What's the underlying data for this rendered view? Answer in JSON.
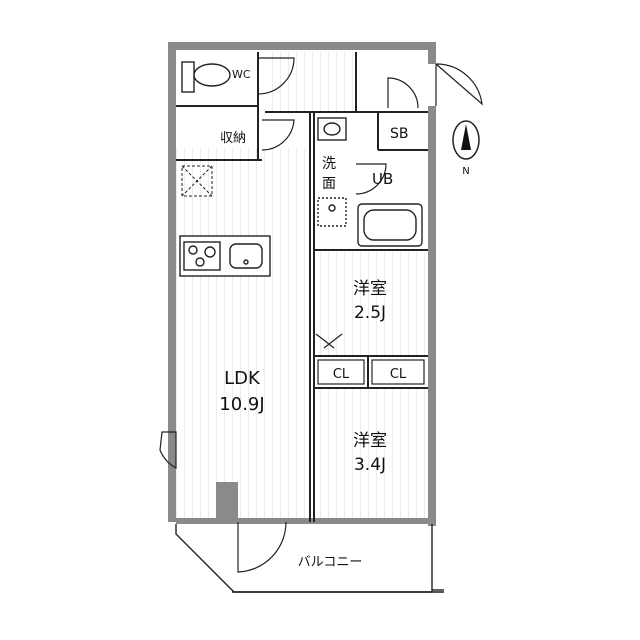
{
  "rooms": {
    "wc": "WC",
    "storage": "収納",
    "sb": "SB",
    "washroom_1": "洗",
    "washroom_2": "面",
    "ub": "UB",
    "room1_name": "洋室",
    "room1_size": "2.5J",
    "room2_name": "洋室",
    "room2_size": "3.4J",
    "ldk_name": "LDK",
    "ldk_size": "10.9J",
    "closet_1": "CL",
    "closet_2": "CL",
    "balcony": "バルコニー"
  },
  "compass": {
    "label": "N"
  },
  "colors": {
    "wall": "#8a8a8a",
    "line": "#222222",
    "floor_line": "#d6d6d6"
  }
}
